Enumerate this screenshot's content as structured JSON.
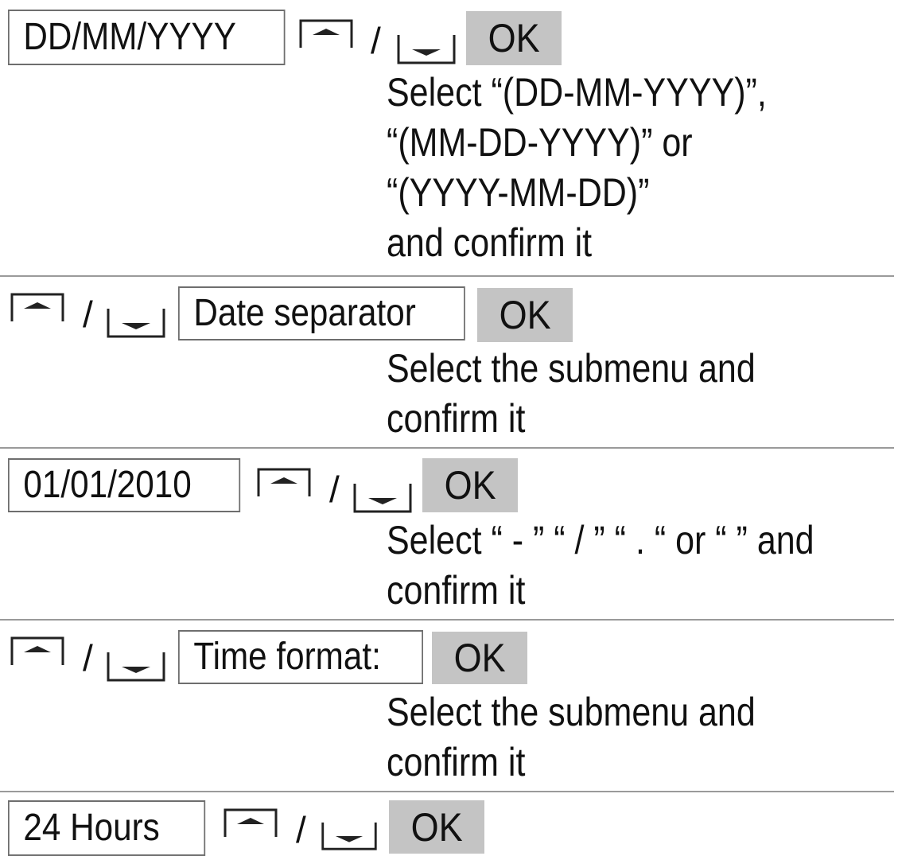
{
  "steps": [
    {
      "box_text": "DD/MM/YYYY",
      "ok": "OK",
      "slash": "/",
      "desc": [
        "Select “(DD-MM-YYYY)”,",
        "“(MM-DD-YYYY)” or",
        "“(YYYY-MM-DD)”",
        "and confirm it"
      ]
    },
    {
      "box_text": "Date separator",
      "ok": "OK",
      "slash": "/",
      "desc": [
        "Select the submenu and",
        "confirm it"
      ]
    },
    {
      "box_text": "01/01/2010",
      "ok": "OK",
      "slash": "/",
      "desc": [
        "Select “ - ” “ / ” “ . “ or “   ” and",
        "confirm it"
      ]
    },
    {
      "box_text": "Time format:",
      "ok": "OK",
      "slash": "/",
      "desc": [
        "Select the submenu and",
        "confirm it"
      ]
    },
    {
      "box_text": "24 Hours",
      "ok": "OK",
      "slash": "/"
    }
  ]
}
